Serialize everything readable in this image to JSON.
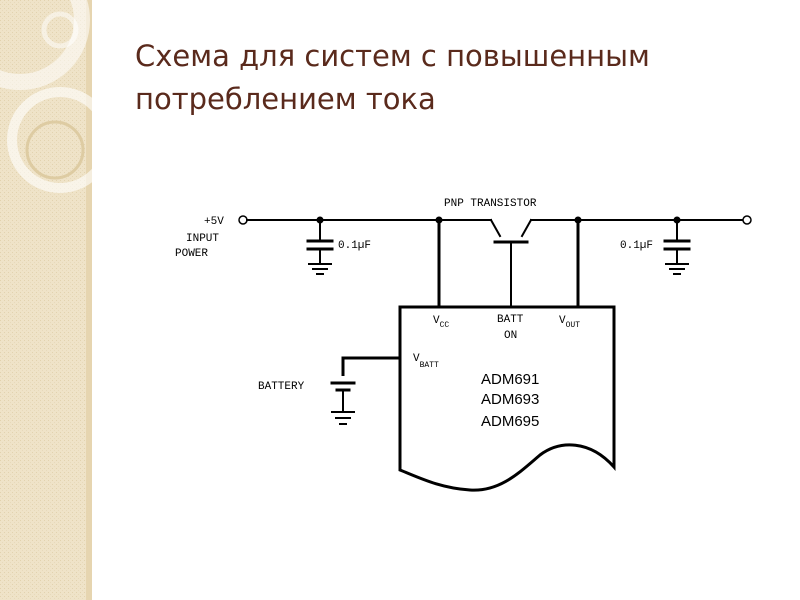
{
  "slide": {
    "title_line1": "Схема для систем с повышенным",
    "title_line2": "потреблением тока"
  },
  "diagram": {
    "pnp_label": "PNP TRANSISTOR",
    "input_voltage": "+5V",
    "input_label_line1": "INPUT",
    "input_label_line2": "POWER",
    "cap_left": "0.1µF",
    "cap_right": "0.1µF",
    "battery_label": "BATTERY",
    "pin_vcc_main": "V",
    "pin_vcc_sub": "CC",
    "pin_batt_on_line1": "BATT",
    "pin_batt_on_line2": "ON",
    "pin_vout_main": "V",
    "pin_vout_sub": "OUT",
    "pin_vbatt_main": "V",
    "pin_vbatt_sub": "BATT",
    "chip_line1": "ADM691",
    "chip_line2": "ADM693",
    "chip_line3": "ADM695"
  },
  "colors": {
    "title": "#5a2a1c",
    "sidebar_fill": "#ede0c3",
    "sidebar_edge": "#d8c59c",
    "line": "#000000"
  }
}
